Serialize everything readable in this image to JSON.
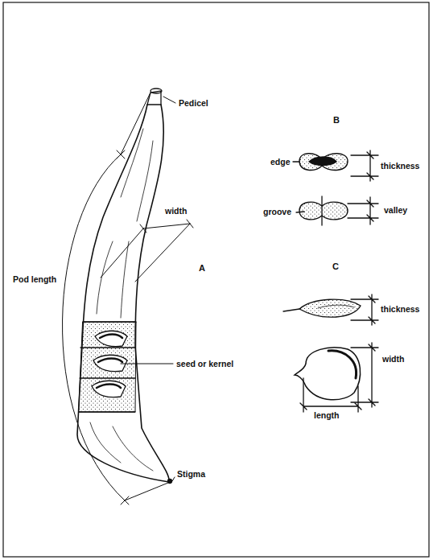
{
  "diagram": {
    "labels": [
      "Pedicel",
      "B",
      "edge",
      "thickness",
      "width",
      "groove",
      "valley",
      "Pod length",
      "A",
      "C",
      "seed or kernel",
      "thickness",
      "width",
      "length",
      "Stigma"
    ]
  }
}
